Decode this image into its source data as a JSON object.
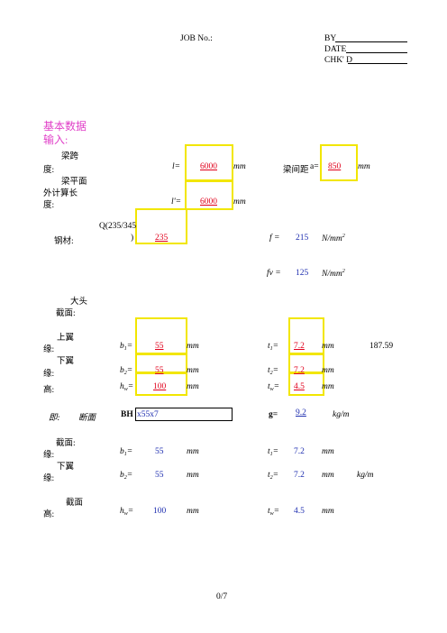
{
  "header": {
    "job_label": "JOB No.:",
    "by_label": "BY",
    "date_label": "DATE",
    "chkd_label": "CHK' D"
  },
  "section_title": {
    "line1": "基本数据",
    "line2": "输入:"
  },
  "span": {
    "label1": "梁跨",
    "label2": "度:",
    "symbol": "l=",
    "value": "6000",
    "unit": "mm"
  },
  "spacing": {
    "label": "梁间距",
    "symbol": "a=",
    "value": "850",
    "unit": "mm"
  },
  "out_of_plane": {
    "label1": "梁平面",
    "label2": "外计算长",
    "label3": "度:",
    "symbol": "l'=",
    "value": "6000",
    "unit": "mm"
  },
  "steel": {
    "grade_hint1": "Q(235/345",
    "grade_hint2": ")",
    "label": "钢材:",
    "value": "235",
    "f_symbol": "f =",
    "f_value": "215",
    "f_unit": "N/mm",
    "f_exp": "2",
    "fv_symbol": "fv =",
    "fv_value": "125",
    "fv_unit": "N/mm",
    "fv_exp": "2"
  },
  "big_end": {
    "label1": "大头",
    "label2": "截面:"
  },
  "flange_top_1": {
    "label1": "上翼",
    "label2": "缘:",
    "b_sym": "b",
    "b_sub": "1",
    "eq": "=",
    "b_value": "55",
    "b_unit": "mm",
    "t_sym": "t",
    "t_sub": "1",
    "t_value": "7.2",
    "t_unit": "mm",
    "extra": "187.59"
  },
  "flange_bot_1": {
    "label1": "下翼",
    "label2": "缘:",
    "b_sym": "b",
    "b_sub": "2",
    "eq": "=",
    "b_value": "55",
    "b_unit": "mm",
    "t_sym": "t",
    "t_sub": "2",
    "t_value": "7.2",
    "t_unit": "mm"
  },
  "height_1": {
    "label": "高:",
    "h_sym": "h",
    "h_sub": "w",
    "eq": "=",
    "h_value": "100",
    "h_unit": "mm",
    "t_sym": "t",
    "t_sub": "w",
    "t_value": "4.5",
    "t_unit": "mm"
  },
  "section_row": {
    "prefix": "即:",
    "label": "断面",
    "bh": "BH",
    "bh_value": "x55x7",
    "g_sym": "g=",
    "g_value": "9.2",
    "g_unit": "kg/m"
  },
  "section2": {
    "label": "截面:"
  },
  "flange_top_2": {
    "label": "缘:",
    "b_sym": "b",
    "b_sub": "1",
    "eq": "=",
    "b_value": "55",
    "b_unit": "mm",
    "t_sym": "t",
    "t_sub": "1",
    "t_value": "7.2",
    "t_unit": "mm"
  },
  "flange_bot_2": {
    "label1": "下翼",
    "label2": "缘:",
    "b_sym": "b",
    "b_sub": "2",
    "eq": "=",
    "b_value": "55",
    "b_unit": "mm",
    "t_sym": "t",
    "t_sub": "2",
    "t_value": "7.2",
    "t_unit": "mm",
    "extra_unit": "kg/m"
  },
  "height_2": {
    "label1": "截面",
    "label2": "高:",
    "h_sym": "h",
    "h_sub": "w",
    "eq": "=",
    "h_value": "100",
    "h_unit": "mm",
    "t_sym": "t",
    "t_sub": "w",
    "t_value": "4.5",
    "t_unit": "mm"
  },
  "footer": {
    "page": "0/7"
  }
}
